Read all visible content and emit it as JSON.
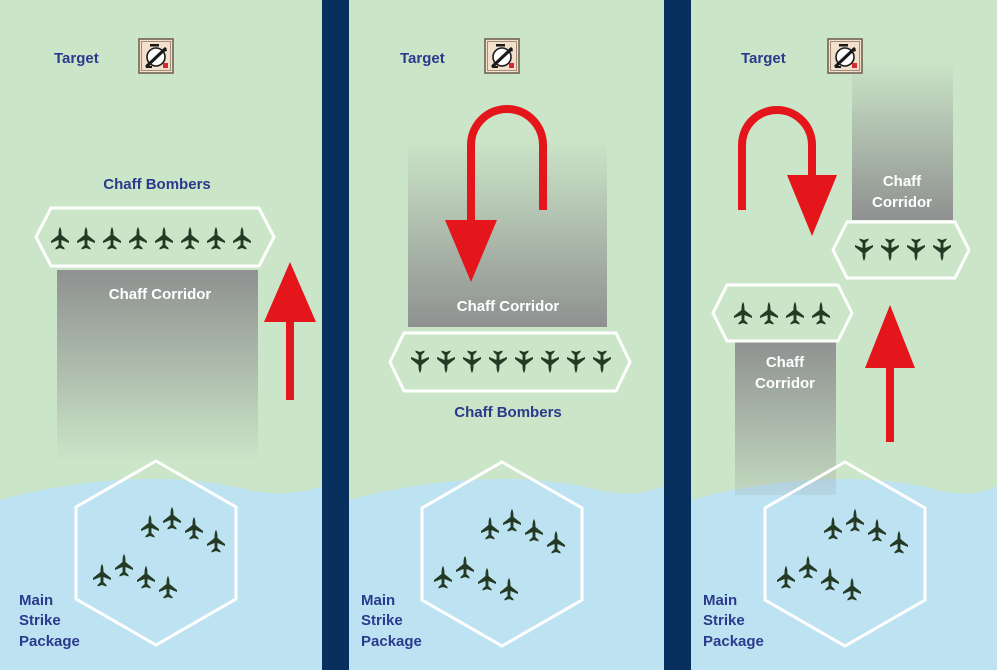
{
  "colors": {
    "land": "#cbe5c8",
    "water": "#bde3f3",
    "divider": "#08305e",
    "label": "#2a3a8c",
    "arrow": "#e5151c",
    "aircraft": "#243a24",
    "hex_outline": "#ffffff"
  },
  "panels": [
    {
      "target_label": "Target",
      "bombers_label": "Chaff Bombers",
      "corridor_label": "Chaff Corridor",
      "package_label": [
        "Main",
        "Strike",
        "Package"
      ]
    },
    {
      "target_label": "Target",
      "bombers_label": "Chaff Bombers",
      "corridor_label": "Chaff Corridor",
      "package_label": [
        "Main",
        "Strike",
        "Package"
      ]
    },
    {
      "target_label": "Target",
      "corridor_label_left": [
        "Chaff",
        "Corridor"
      ],
      "corridor_label_right": [
        "Chaff",
        "Corridor"
      ],
      "package_label": [
        "Main",
        "Strike",
        "Package"
      ]
    }
  ],
  "icons": {
    "target": "sam-site-icon",
    "aircraft": "fighter-jet-icon",
    "arrow": "movement-arrow-icon"
  }
}
